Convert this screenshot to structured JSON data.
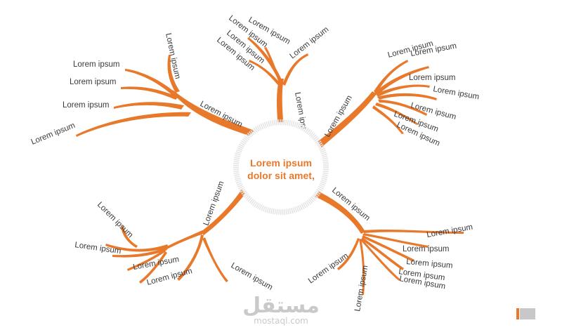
{
  "center": {
    "line1": "Lorem ipsum",
    "line2": "dolor sit amet,"
  },
  "branch_label": "Lorem ipsum",
  "branches": [
    {
      "name": "top-left",
      "main": "Lorem ipsum",
      "leaves": [
        "Lorem ipsum",
        "Lorem ipsum",
        "Lorem ipsum",
        "Lorem ipsum",
        "Lorem ipsum"
      ]
    },
    {
      "name": "top",
      "main": "Lorem ipsum",
      "leaves": [
        "Lorem ipsum",
        "Lorem ipsum",
        "Lorem ipsum",
        "Lorem ipsum",
        "Lorem ipsum"
      ]
    },
    {
      "name": "top-right",
      "main": "Lorem ipsum",
      "leaves": [
        "Lorem ipsum",
        "Lorem ipsum",
        "Lorem ipsum",
        "Lorem ipsum",
        "Lorem ipsum",
        "Lorem ipsum",
        "Lorem ipsum"
      ]
    },
    {
      "name": "bottom-left",
      "main": "Lorem ipsum",
      "leaves": [
        "Lorem ipsum",
        "Lorem ipsum",
        "Lorem ipsum",
        "Lorem ipsum",
        "Lorem ipsum"
      ]
    },
    {
      "name": "bottom-right",
      "main": "Lorem ipsum",
      "leaves": [
        "Lorem ipsum",
        "Lorem ipsum",
        "Lorem ipsum",
        "Lorem ipsum",
        "Lorem ipsum",
        "Lorem ipsum",
        "Lorem ipsum"
      ]
    }
  ],
  "watermark": {
    "arabic": "مستقل",
    "latin": "mostaql.com"
  },
  "colors": {
    "accent": "#e8792b",
    "ring": "#e4e4e4",
    "text": "#3a3a3a",
    "footer_gray": "#c8c8c8"
  }
}
